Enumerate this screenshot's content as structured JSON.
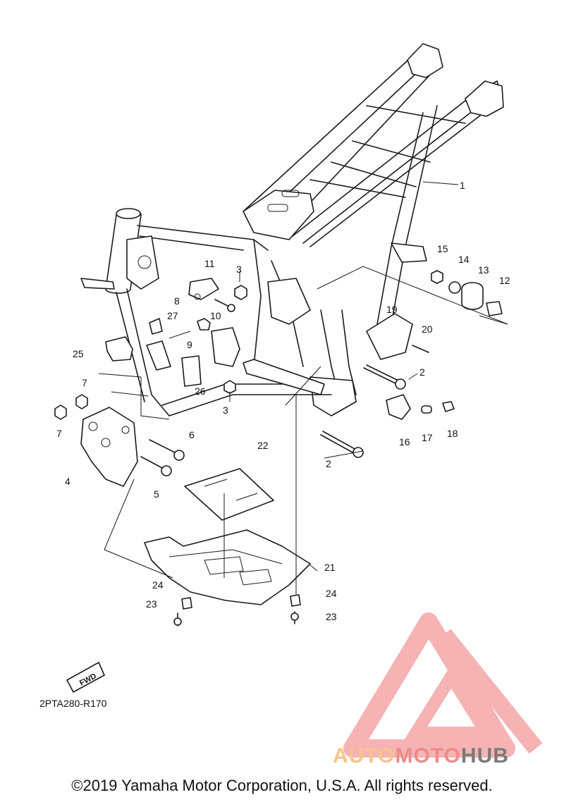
{
  "diagram": {
    "code": "2PTA280-R170",
    "fwd_label": "FWD",
    "copyright": "©2019 Yamaha Motor Corporation, U.S.A. All rights reserved.",
    "callouts": [
      "1",
      "2",
      "2",
      "3",
      "3",
      "4",
      "5",
      "6",
      "7",
      "7",
      "8",
      "9",
      "10",
      "11",
      "12",
      "13",
      "14",
      "15",
      "16",
      "17",
      "18",
      "19",
      "20",
      "21",
      "22",
      "23",
      "23",
      "24",
      "24",
      "25",
      "26",
      "27"
    ]
  },
  "watermark": {
    "part1": "AUTO",
    "part2": "MOTO",
    "part3": "HUB",
    "colors": {
      "auto": "#f6c48a",
      "moto": "#f08a8a",
      "hub": "#7a7a7a",
      "logo": "#f4a6a6"
    }
  }
}
